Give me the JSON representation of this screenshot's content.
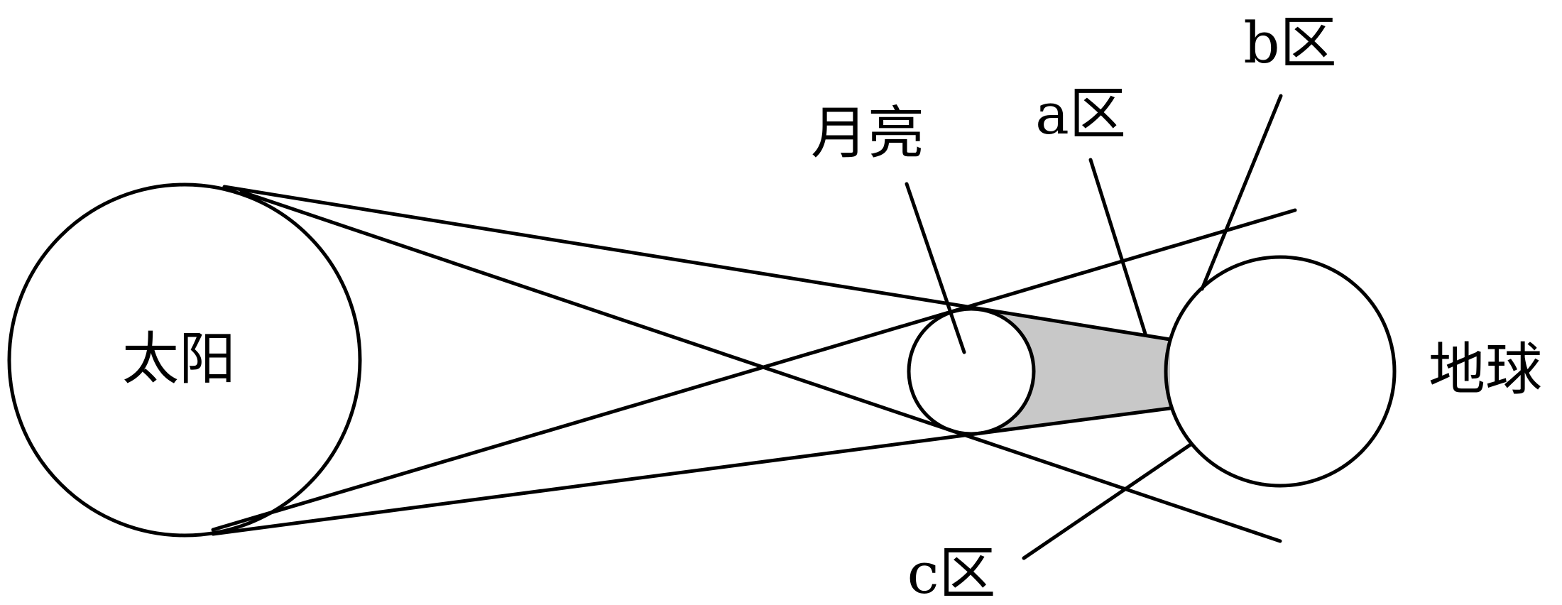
{
  "labels": {
    "sun": "太阳",
    "moon": "月亮",
    "earth": "地球",
    "zone_a": "a区",
    "zone_b": "b区",
    "zone_c": "c区"
  },
  "colors": {
    "stroke": "#000000",
    "shade": "#c8c8c8",
    "background": "#ffffff"
  }
}
